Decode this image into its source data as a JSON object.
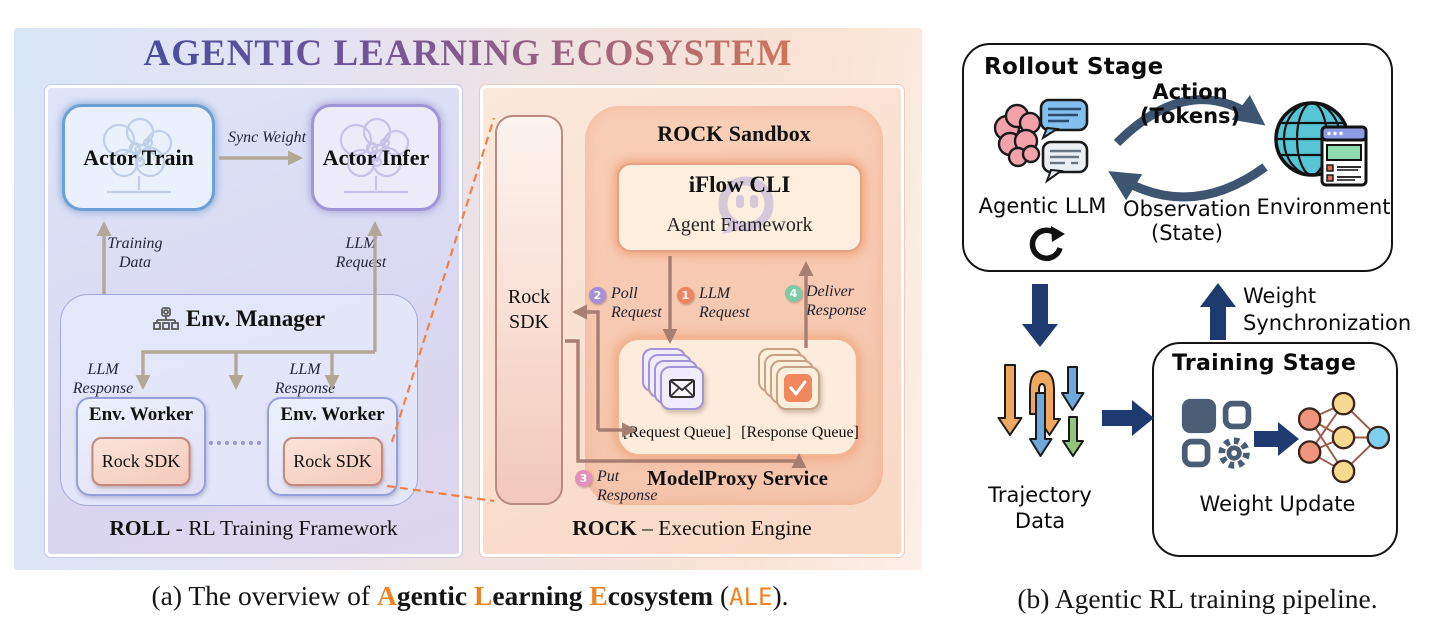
{
  "figa": {
    "title": "AGENTIC LEARNING ECOSYSTEM",
    "roll": {
      "actor_train": "Actor Train",
      "actor_infer": "Actor Infer",
      "sync_weight": "Sync Weight",
      "training_data": "Training\nData",
      "llm_request": "LLM\nRequest",
      "llm_response": "LLM\nResponse",
      "env_manager": "Env. Manager",
      "env_worker": "Env. Worker",
      "rock_sdk": "Rock SDK",
      "caption_bold": "ROLL",
      "caption_rest": " - RL Training Framework"
    },
    "rock": {
      "sdk_tall": "Rock\nSDK",
      "sandbox_title": "ROCK Sandbox",
      "iflow_cli": "iFlow CLI",
      "agent_framework": "Agent Framework",
      "request_queue": "[Request Queue]",
      "response_queue": "[Response Queue]",
      "modelproxy": "ModelProxy Service",
      "caption_bold": "ROCK",
      "caption_rest": " – Execution Engine",
      "steps": [
        {
          "num": "1",
          "label": "LLM\nRequest",
          "color": "#ee8562"
        },
        {
          "num": "2",
          "label": "Poll\nRequest",
          "color": "#a88fd5"
        },
        {
          "num": "3",
          "label": "Put\nResponse",
          "color": "#e591bd"
        },
        {
          "num": "4",
          "label": "Deliver\nResponse",
          "color": "#7fcba6"
        }
      ]
    },
    "caption": {
      "prefix": "(a) The overview of ",
      "w1f": "A",
      "w1r": "gentic ",
      "w2f": "L",
      "w2r": "earning ",
      "w3f": "E",
      "w3r": "cosystem ",
      "open": "(",
      "ale": "ALE",
      "close": ")."
    }
  },
  "figb": {
    "rollout_title": "Rollout Stage",
    "agentic_llm": "Agentic LLM",
    "environment": "Environment",
    "action": "Action\n(Tokens)",
    "observation": "Observation\n(State)",
    "weight_sync": "Weight\nSynchronization",
    "training_title": "Training Stage",
    "weight_update": "Weight Update",
    "trajectory": "Trajectory\nData",
    "caption": "(b) Agentic RL training pipeline."
  },
  "colors": {
    "title_gradient_start": "#3c4c9f",
    "title_gradient_mid": "#9f6380",
    "title_gradient_end": "#dd7a50",
    "actor_train_border": "#6f9ed2",
    "actor_infer_border": "#a195d6",
    "rock_accent": "#e98a63",
    "arrow_roll": "#b3a898",
    "arrow_rock": "#a87e70",
    "dashed_connector": "#ef8149",
    "pipeline_navy": "#1e3a6e",
    "caption_orange": "#ef8322"
  }
}
